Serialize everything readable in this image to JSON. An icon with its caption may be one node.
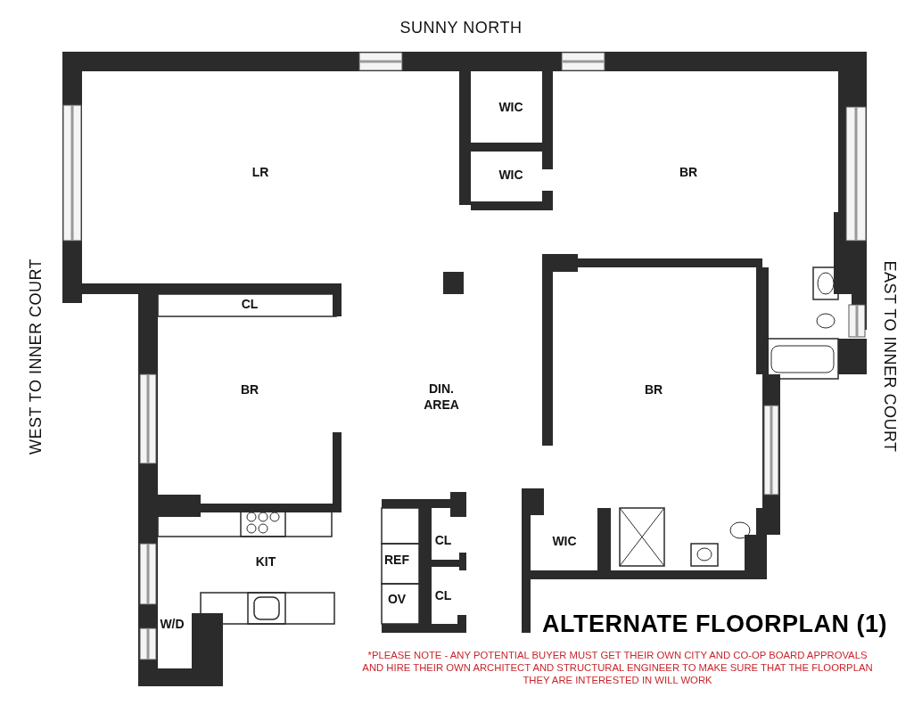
{
  "diagram": {
    "title": "ALTERNATE FLOORPLAN (1)",
    "caption": "*PLEASE NOTE - ANY POTENTIAL BUYER MUST GET THEIR OWN CITY AND CO-OP BOARD APPROVALS AND HIRE THEIR OWN ARCHITECT AND STRUCTURAL ENGINEER TO MAKE SURE THAT THE FLOORPLAN THEY ARE INTERESTED IN WILL WORK",
    "labels": [
      "SUNNY NORTH",
      "WEST TO INNER COURT",
      "EAST TO INNER COURT",
      "WIC",
      "LR",
      "WIC",
      "BR",
      "CL",
      "BR",
      "DIN. AREA",
      "BR",
      "CL",
      "WIC",
      "KIT",
      "REF",
      "CL",
      "OV",
      "W/D"
    ]
  }
}
